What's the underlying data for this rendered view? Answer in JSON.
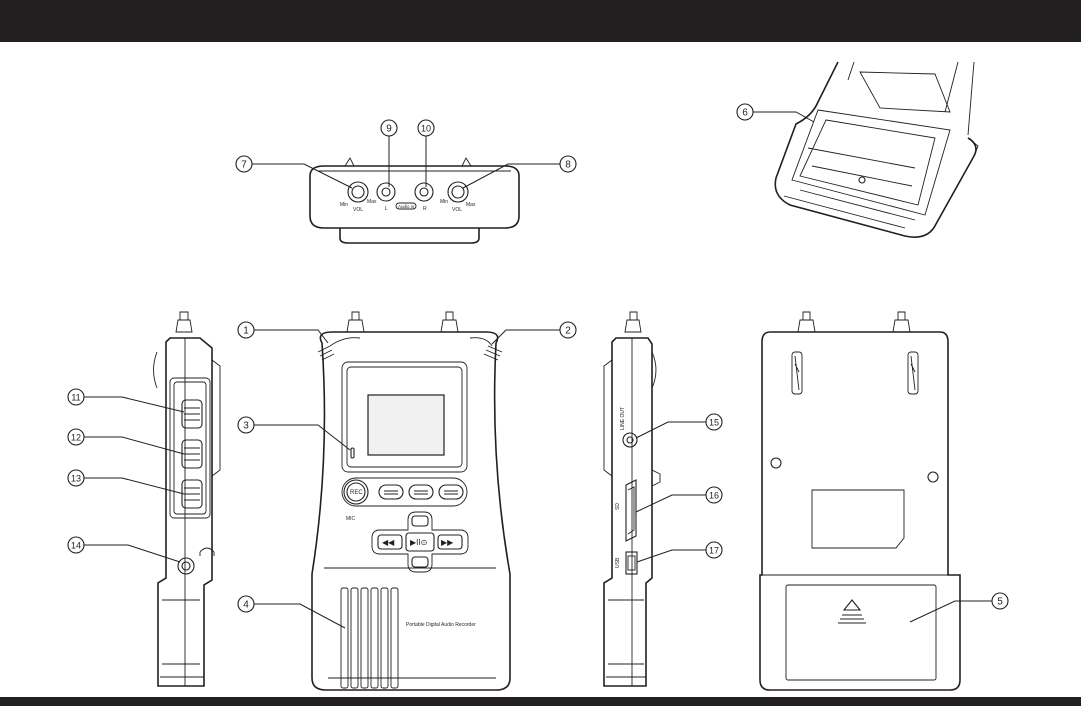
{
  "callouts": [
    "1",
    "2",
    "3",
    "4",
    "5",
    "6",
    "7",
    "8",
    "9",
    "10",
    "11",
    "12",
    "13",
    "14",
    "15",
    "16",
    "17"
  ],
  "top_panel": {
    "vol_left_min": "Min",
    "vol_left_max": "Max",
    "vol_left_label": "VOL",
    "jack_left": "L",
    "audio_in": "Audio in",
    "jack_right": "R",
    "vol_right_min": "Min",
    "vol_right_max": "Max",
    "vol_right_label": "VOL"
  },
  "front": {
    "rec_button": "REC",
    "mic_label": "MIC",
    "product_name": "Portable Digital Audio Recorder"
  },
  "right_side": {
    "line_out": "LINE OUT",
    "sd": "SD",
    "usb": "USB"
  }
}
